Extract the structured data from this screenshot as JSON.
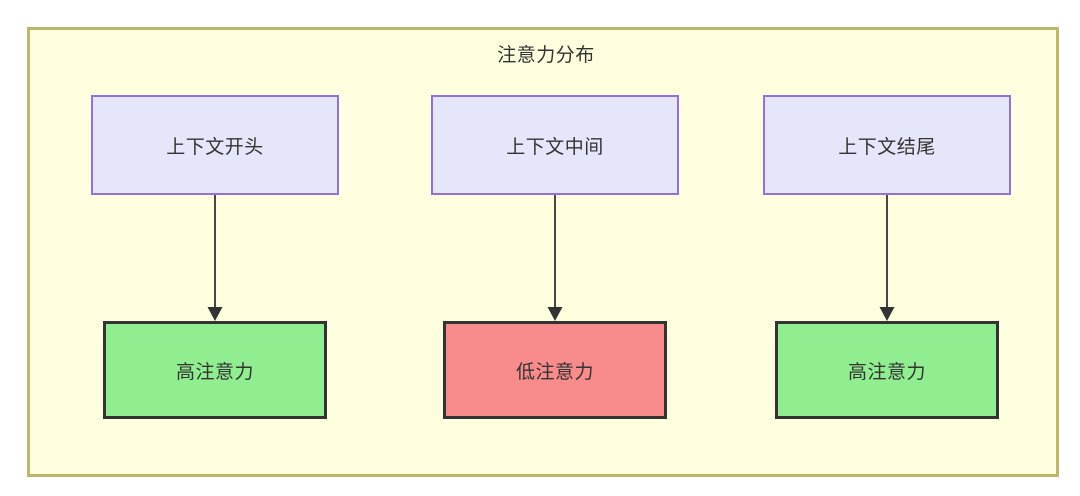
{
  "diagram": {
    "type": "flowchart",
    "title": "注意力分布",
    "container": {
      "fill_color": "#ffffe0",
      "border_color": "#bdb76b"
    },
    "context_node_style": {
      "fill_color": "#e6e6fa",
      "border_color": "#9370db"
    },
    "attention_high_style": {
      "fill_color": "#90ee90",
      "border_color": "#333333"
    },
    "attention_low_style": {
      "fill_color": "#f88b8b",
      "border_color": "#333333"
    },
    "columns": [
      {
        "context_label": "上下文开头",
        "attention_label": "高注意力",
        "attention_level": "high"
      },
      {
        "context_label": "上下文中间",
        "attention_label": "低注意力",
        "attention_level": "low"
      },
      {
        "context_label": "上下文结尾",
        "attention_label": "高注意力",
        "attention_level": "high"
      }
    ],
    "edges": [
      {
        "from": "上下文开头",
        "to": "高注意力",
        "arrow": "down"
      },
      {
        "from": "上下文中间",
        "to": "低注意力",
        "arrow": "down"
      },
      {
        "from": "上下文结尾",
        "to": "高注意力",
        "arrow": "down"
      }
    ]
  }
}
